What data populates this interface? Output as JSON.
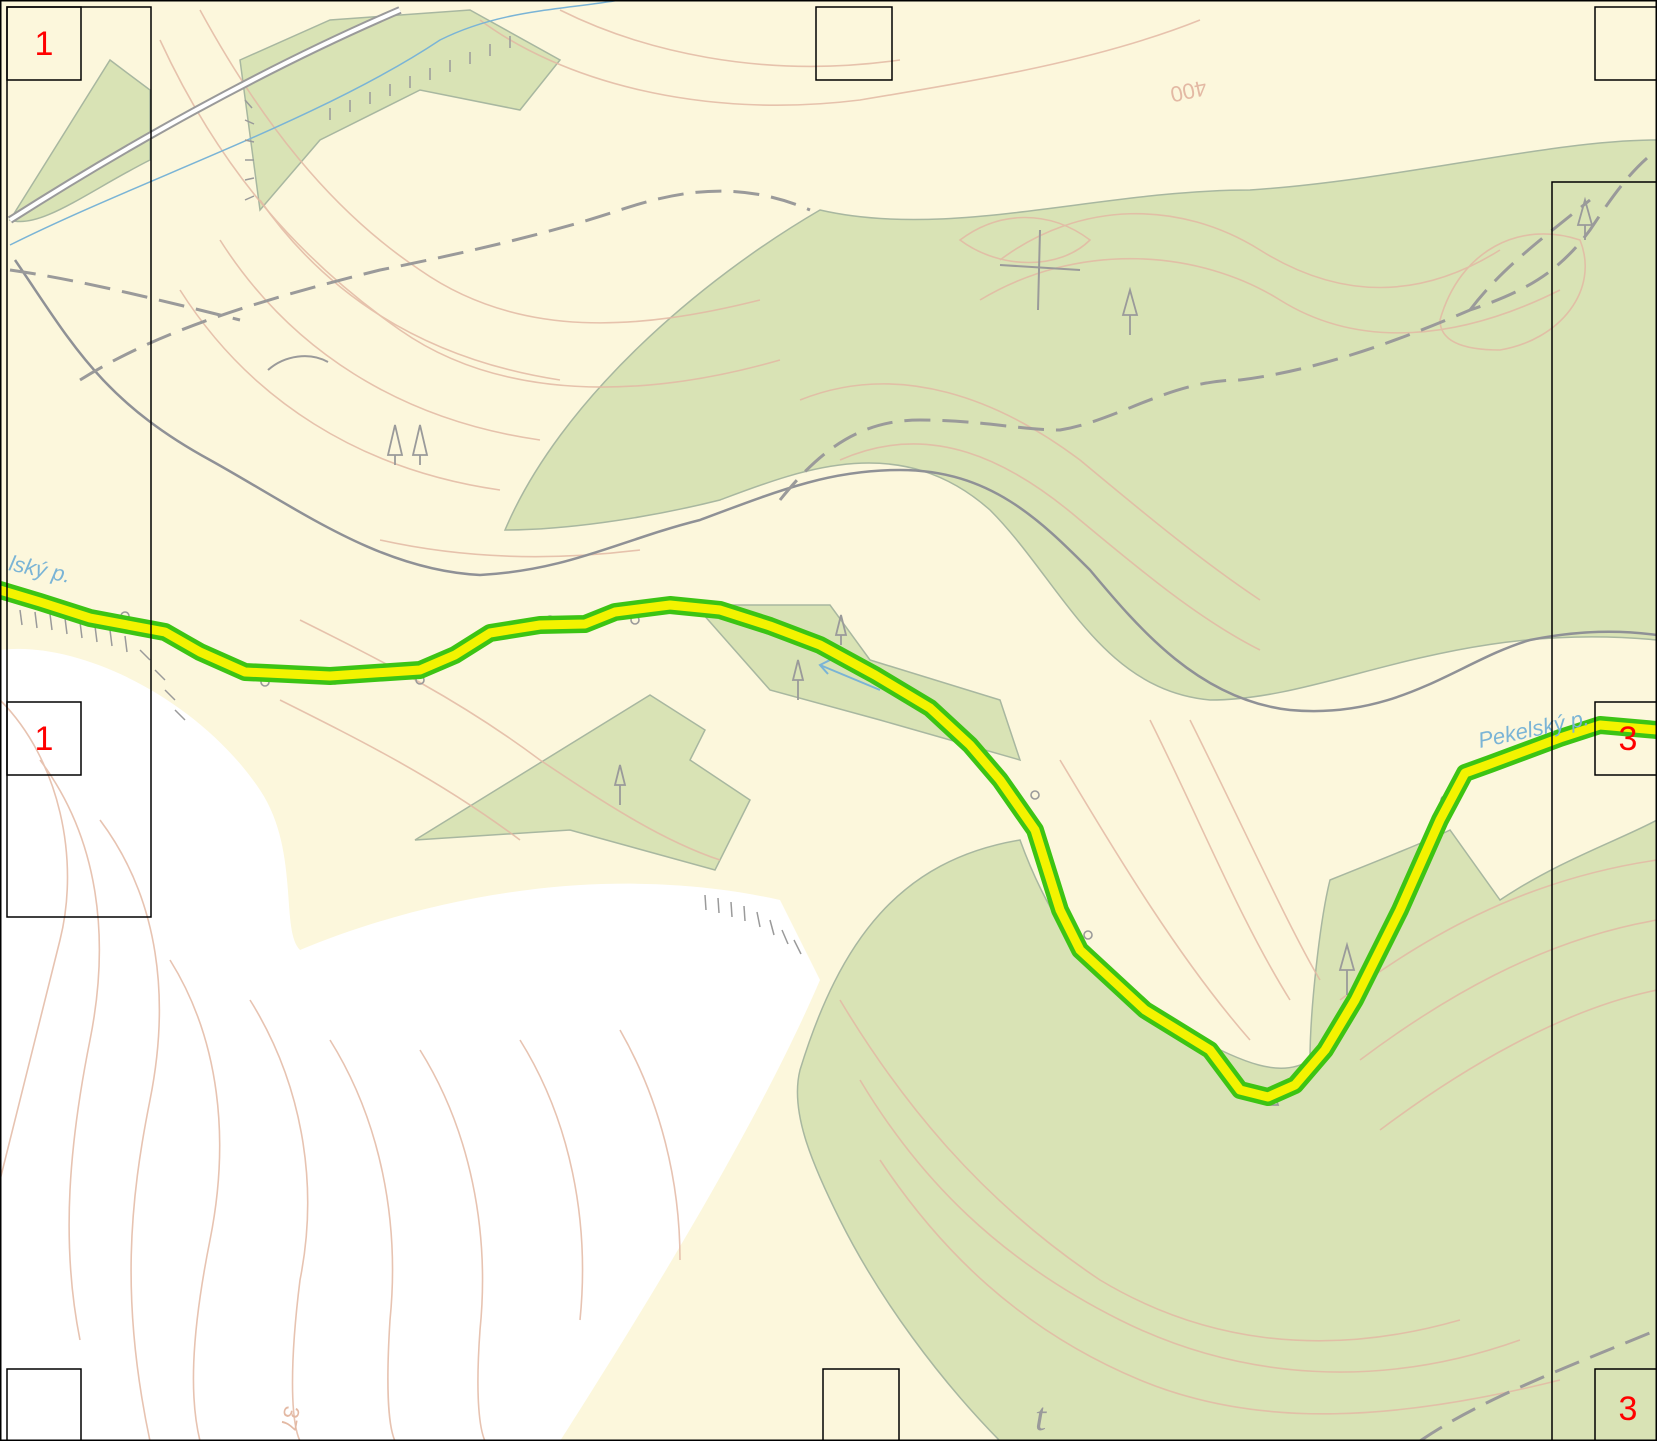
{
  "map": {
    "stream_labels": {
      "west": "lský p.",
      "east": "Pekelský p."
    },
    "contour_labels": {
      "top": "400",
      "bottom": "37"
    },
    "frame_labels": {
      "top_left": "1",
      "mid_left": "1",
      "right_mid": "3",
      "bottom_right": "3"
    },
    "colors": {
      "background": "#fcf7dc",
      "open_white": "#ffffff",
      "forest": "#d9e3b5",
      "contour": "#e3b9a4",
      "route_fill": "#f3f300",
      "route_edge": "#3cc414",
      "water": "#7ab4d6",
      "track": "#9a9a9a",
      "label_red": "#ff0000"
    }
  }
}
